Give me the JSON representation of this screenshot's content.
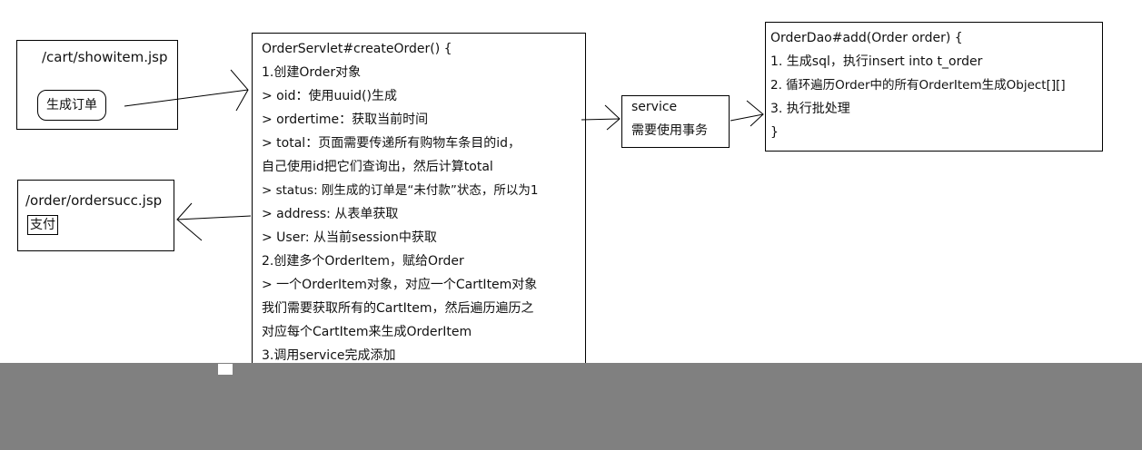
{
  "showitem_page": {
    "title": "/cart/showitem.jsp",
    "button": "生成订单"
  },
  "ordersucc_page": {
    "title": "/order/ordersucc.jsp",
    "button": "支付"
  },
  "servlet": {
    "lines": [
      "OrderServlet#createOrder() {",
      "1.创建Order对象",
      " > oid：使用uuid()生成",
      " > ordertime：获取当前时间",
      " > total：页面需要传递所有购物车条目的id，",
      "自己使用id把它们查询出，然后计算total",
      " > status: 刚生成的订单是“未付款”状态，所以为1",
      " > address: 从表单获取",
      " > User: 从当前session中获取",
      "2.创建多个OrderItem，赋给Order",
      " > 一个OrderItem对象，对应一个CartItem对象",
      "我们需要获取所有的CartItem，然后遍历遍历之",
      "对应每个CartItem来生成OrderItem",
      "3.调用service完成添加"
    ]
  },
  "service": {
    "lines": [
      "service",
      "需要使用事务"
    ]
  },
  "dao": {
    "lines": [
      "OrderDao#add(Order order) {",
      "1. 生成sql，执行insert into t_order",
      "2. 循环遍历Order中的所有OrderItem生成Object[][]",
      "3. 执行批处理",
      "}"
    ]
  }
}
